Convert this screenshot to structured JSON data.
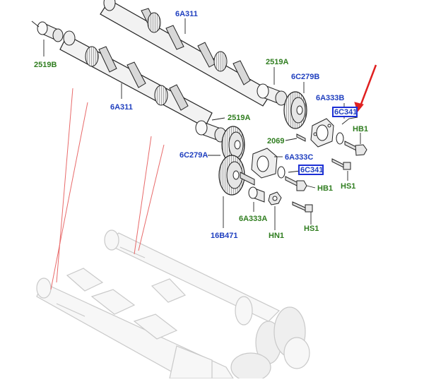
{
  "labels": {
    "l_6a311_top": "6A311",
    "l_2519b": "2519B",
    "l_6a311_mid": "6A311",
    "l_2519a_top": "2519A",
    "l_6c279b": "6C279B",
    "l_6a333b": "6A333B",
    "l_6c341_top": "6C341",
    "l_hb1_top": "HB1",
    "l_2519a_mid": "2519A",
    "l_2069": "2069",
    "l_6c279a": "6C279A",
    "l_6a333c": "6A333C",
    "l_6c341_mid": "6C341",
    "l_hs1_right": "HS1",
    "l_hb1_mid": "HB1",
    "l_6a333a": "6A333A",
    "l_16b471": "16B471",
    "l_hn1": "HN1",
    "l_hs1_bottom": "HS1"
  },
  "colors": {
    "label_blue": "#1f3fbf",
    "label_green": "#2f7d1f",
    "highlight_border": "#1c2fd6",
    "callout_red": "#e02020",
    "leader": "#222222"
  }
}
